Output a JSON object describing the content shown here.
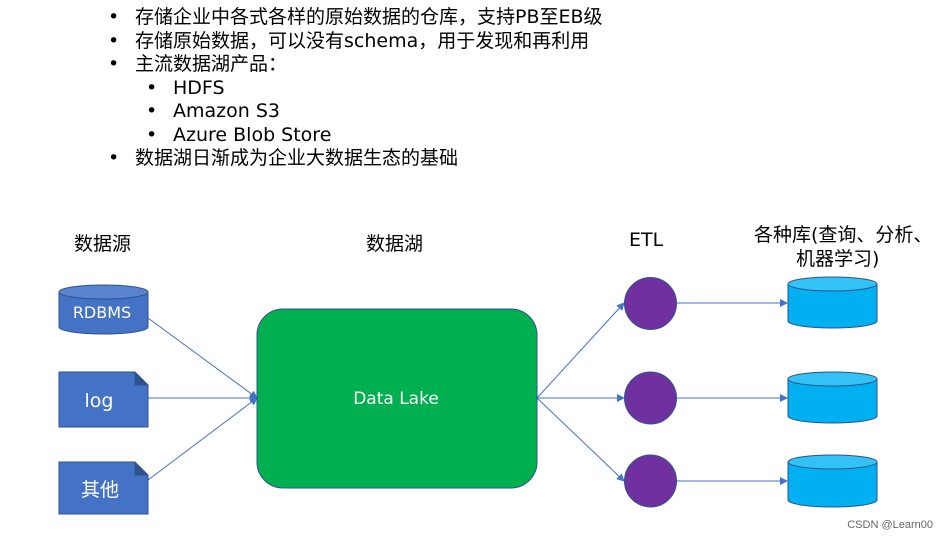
{
  "bullets": [
    {
      "text": "存储企业中各式各样的原始数据的仓库，支持PB至EB级",
      "level": 1
    },
    {
      "text": "存储原始数据，可以没有schema，用于发现和再利用",
      "level": 1
    },
    {
      "text": "主流数据湖产品：",
      "level": 1
    },
    {
      "text": "HDFS",
      "level": 2
    },
    {
      "text": "Amazon S3",
      "level": 2
    },
    {
      "text": "Azure Blob Store",
      "level": 2
    },
    {
      "text": "数据湖日渐成为企业大数据生态的基础",
      "level": 1
    }
  ],
  "headers": {
    "sources": "数据源",
    "lake": "数据湖",
    "etl": "ETL",
    "stores_line1": "各种库(查询、分析、",
    "stores_line2": "机器学习)"
  },
  "sources": {
    "rdbms": "RDBMS",
    "log": "log",
    "other": "其他"
  },
  "lake": {
    "label": "Data Lake"
  },
  "colors": {
    "source_fill": "#4472c4",
    "lake_fill": "#00b050",
    "etl_fill": "#7030a0",
    "store_fill": "#00b0f0",
    "arrow": "#4472c4"
  },
  "footer": "CSDN @Learn00"
}
